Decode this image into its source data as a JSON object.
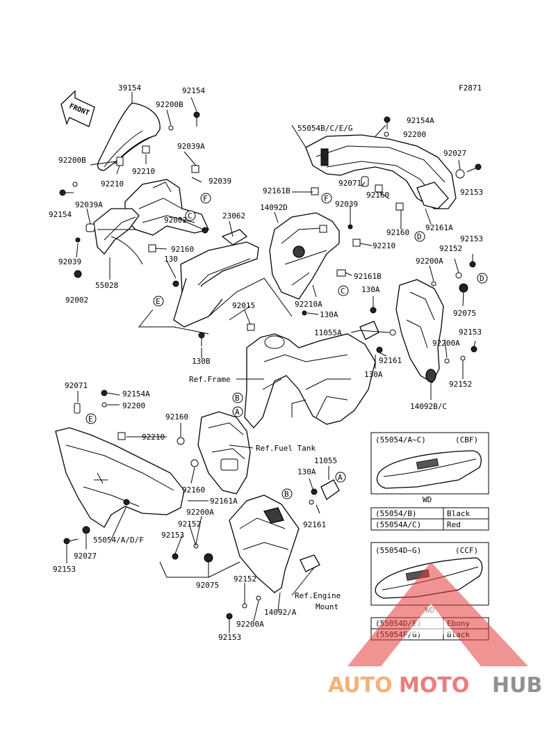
{
  "figure_id": "F2871",
  "front_label": "FRONT",
  "labels": {
    "p39154": "39154",
    "p92154_top": "92154",
    "p92200B_top": "92200B",
    "p92039A_top": "92039A",
    "p92210_a": "92210",
    "p92200B_left": "92200B",
    "p92210_b": "92210",
    "p92154_left": "92154",
    "p92039A_left": "92039A",
    "p92039_top": "92039",
    "p92039_left": "92039",
    "p92002_top": "92002",
    "p92160_a": "92160",
    "p130": "130",
    "p55028": "55028",
    "p92002_left": "92002",
    "p23062": "23062",
    "p14092D": "14092D",
    "p92015": "92015",
    "p130B": "130B",
    "p55054BCEG": "55054B/C/E/G",
    "p92154A_top": "92154A",
    "p92200_top": "92200",
    "p92027_top": "92027",
    "p92153_a": "92153",
    "p92161B_a": "92161B",
    "p92071_top": "92071",
    "p92039_mid": "92039",
    "p92160_b": "92160",
    "p92160_c": "92160",
    "p92161A_top": "92161A",
    "p92210_c": "92210",
    "p92153_b": "92153",
    "p92152_a": "92152",
    "p92200A_a": "92200A",
    "p92161B_b": "92161B",
    "p92210A": "92210A",
    "p130A_a": "130A",
    "p130A_b": "130A",
    "p92075_a": "92075",
    "p11055A": "11055A",
    "p92153_c": "92153",
    "p92200A_b": "92200A",
    "p92161_a": "92161",
    "p130A_c": "130A",
    "p92152_b": "92152",
    "p14092BC": "14092B/C",
    "ref_frame": "Ref.Frame",
    "p92071_left": "92071",
    "p92154A_left": "92154A",
    "p92200_left": "92200",
    "p92160_d": "92160",
    "p92210_d": "92210",
    "ref_fuel_tank": "Ref.Fuel Tank",
    "p11055": "11055",
    "p130A_d": "130A",
    "p92160_e": "92160",
    "p92161A_bot": "92161A",
    "p92200A_c": "92200A",
    "p92152_c": "92152",
    "p92161_b": "92161",
    "p92153_d": "92153",
    "p55054ADF": "55054/A/D/F",
    "p92027_bot": "92027",
    "p92153_e": "92153",
    "p92075_b": "92075",
    "p92152_d": "92152",
    "p92200A_d": "92200A",
    "p14092A": "14092/A",
    "ref_engine_mount_1": "Ref.Engine",
    "ref_engine_mount_2": "Mount",
    "p92153_f": "92153"
  },
  "callouts": [
    "A",
    "B",
    "C",
    "D",
    "E",
    "F"
  ],
  "legend_cbf": {
    "code": "(55054/A~C)",
    "type": "(CBF)",
    "wd": "WD",
    "rows": [
      {
        "part": "(55054/B)",
        "color": "Black"
      },
      {
        "part": "(55054A/C)",
        "color": "Red"
      }
    ]
  },
  "legend_ccf": {
    "code": "(55054D~G)",
    "type": "(CCF)",
    "wd": "WD",
    "rows": [
      {
        "part": "(55054D/E)",
        "color": "Ebony"
      },
      {
        "part": "(55054F/G)",
        "color": "Black"
      }
    ]
  },
  "watermark": {
    "auto": "AUTO",
    "moto": "MOTO",
    "hub": "HUB"
  },
  "colors": {
    "watermark_auto": "#f2b27a",
    "watermark_moto": "#ec7d7d",
    "watermark_hub": "#8e9296"
  }
}
